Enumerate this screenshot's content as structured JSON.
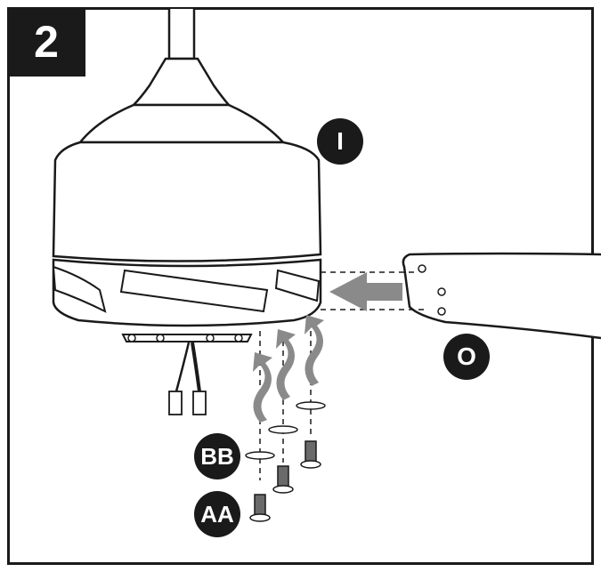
{
  "step": {
    "number": "2"
  },
  "callouts": {
    "motor_housing": "I",
    "blade": "O",
    "washer": "BB",
    "screw": "AA"
  },
  "colors": {
    "ink": "#1a1a1a",
    "arrow_gray": "#8a8a8a",
    "background": "#ffffff"
  }
}
